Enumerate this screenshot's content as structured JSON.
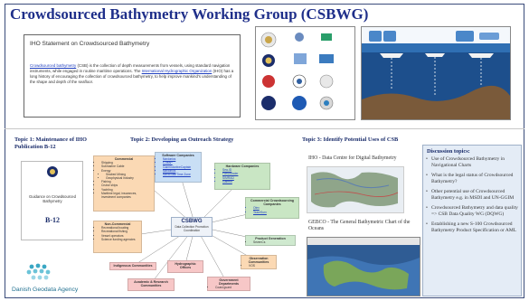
{
  "title": "Crowdsourced Bathymetry Working Group (CSBWG)",
  "statement": {
    "heading": "IHO Statement on Crowdsourced Bathymetry",
    "link_term": "Crowdsourced bathymetry",
    "body_part1": " (CSB) is the collection of depth measurements from vessels, using standard navigation instruments, while engaged in routine maritime operations. The ",
    "link_org": "International Hydrographic Organization",
    "body_part2": " (IHO) has a long history of encouraging the collection of crowdsourced bathymetry, to help improve mankind's understanding of the shape and depth of the seafloor."
  },
  "topic1": {
    "title": "Topic 1: Maintenance of IHO Publication B-12",
    "cover_text": "Guidance on Crowdsourced Bathymetry",
    "cover_code": "B-12"
  },
  "agency": {
    "name": "Danish Geodata Agency"
  },
  "topic2": {
    "title": "Topic 2: Developing an Outreach Strategy",
    "center": {
      "title": "CSBWG",
      "sub": "Data Collection Promotion Coordination"
    },
    "commercial": {
      "title": "Commercial",
      "items": [
        "Shipping",
        "Submarine Cable",
        "Energy",
        "Seabed Mining",
        "Geophysical Industry",
        "Fishing",
        "Cruise ships",
        "Yachting",
        "Maritime legal, insurances, investment companies"
      ]
    },
    "software": {
      "title": "Software Companies",
      "items": [
        "Navionics",
        "C-MAP",
        "GarminActiveCaptain",
        "Navionics",
        "NavalTalk/Time Zone"
      ]
    },
    "hardware": {
      "title": "Hardware Companies",
      "items": [
        "Sea-ID",
        "FarSounder",
        "SIMRAD",
        "Garmin"
      ]
    },
    "crowdsourcing": {
      "title": "Commercial Crowdsourcing Companies",
      "items": [
        "Olex",
        "TeamSurv"
      ]
    },
    "noncommercial": {
      "title": "Non-Commercial",
      "items": [
        "Recreational boating",
        "Recreational fishing",
        "Vessel operators",
        "Science funding agencies"
      ]
    },
    "product": {
      "title": "Product Generation",
      "items": [
        "SevenCs"
      ]
    },
    "observation": {
      "title": "Observation Communities",
      "items": [
        "VOS"
      ]
    },
    "indigenous": {
      "title": "Indigenous Communities"
    },
    "hydrographic": {
      "title": "Hydrographic Offices"
    },
    "academic": {
      "title": "Academic & Research Communities"
    },
    "government": {
      "title": "Government Departments",
      "items": [
        "Coast guard"
      ]
    }
  },
  "topic3": {
    "title": "Topic 3: Identify Potential Uses of CSB",
    "iho_label": "IHO - Data Centre for Digital Bathymetry",
    "gebco_label": "GEBCO - The General Bathymetric Chart of the Oceans"
  },
  "discussion": {
    "heading": "Discussion topics:",
    "items": [
      "Use of Crowdsourced Bathymetry in Navigational Charts",
      "What is the legal status of Crowdsourced Bathymetry?",
      "Other potential use of Crowdsourced Bathymetry e.g. in MSDI and UN-GGIM",
      "Crowdsourced Bathymetry and data quality => CSB Data Quality WG (DQWG)",
      "Establishing a new S-100 Crowdsourced Bathymetry Product Specification or AML"
    ]
  },
  "colors": {
    "title": "#1f2f8a",
    "commercial": "#fbd9b4",
    "software": "#c9dff5",
    "hardware": "#c9e6c4",
    "noncommercial": "#fbd9b4",
    "government": "#f7c7c7",
    "indigenous": "#f7c7c7",
    "product": "#cfe9cf",
    "discussion_bg": "#e4ecf6"
  }
}
